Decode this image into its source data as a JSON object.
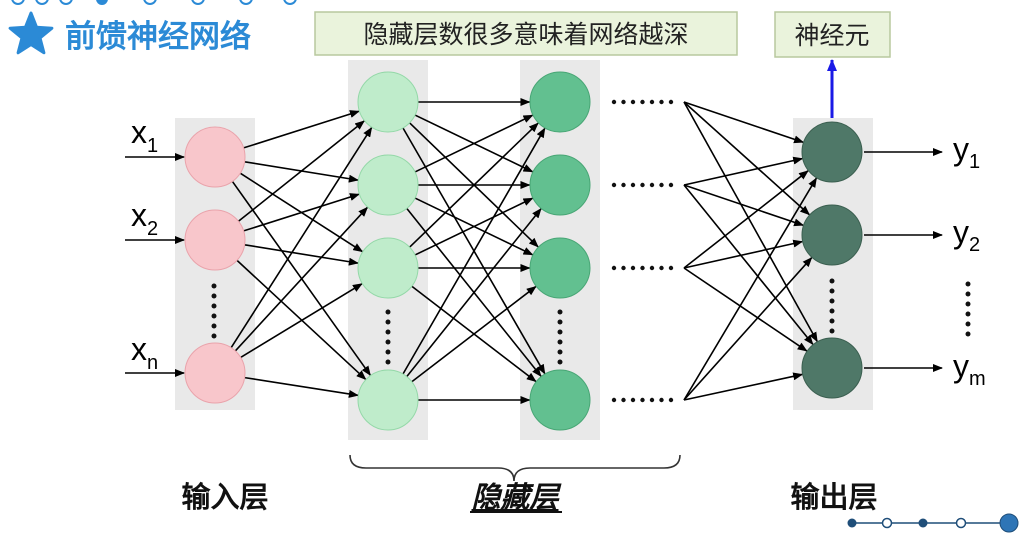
{
  "title": "前馈神经网络",
  "title_icon": "star-icon",
  "callouts": {
    "hidden_depth": "隐藏层数很多意味着网络越深",
    "neuron": "神经元"
  },
  "inputs": [
    {
      "base": "x",
      "sub": "1"
    },
    {
      "base": "x",
      "sub": "2"
    },
    {
      "base": "x",
      "sub": "n"
    }
  ],
  "outputs": [
    {
      "base": "y",
      "sub": "1"
    },
    {
      "base": "y",
      "sub": "2"
    },
    {
      "base": "y",
      "sub": "m"
    }
  ],
  "layer_labels": {
    "input": "输入层",
    "hidden": "隐藏层",
    "output": "输出层"
  },
  "colors": {
    "title": "#2b8ad6",
    "input_neuron": "#f8c6cb",
    "hidden1_neuron": "#bfeccb",
    "hidden2_neuron": "#62c090",
    "output_neuron": "#4f7868",
    "callout_arrow": "#1a1ae6",
    "callout_bg": "#eaf3dc"
  }
}
